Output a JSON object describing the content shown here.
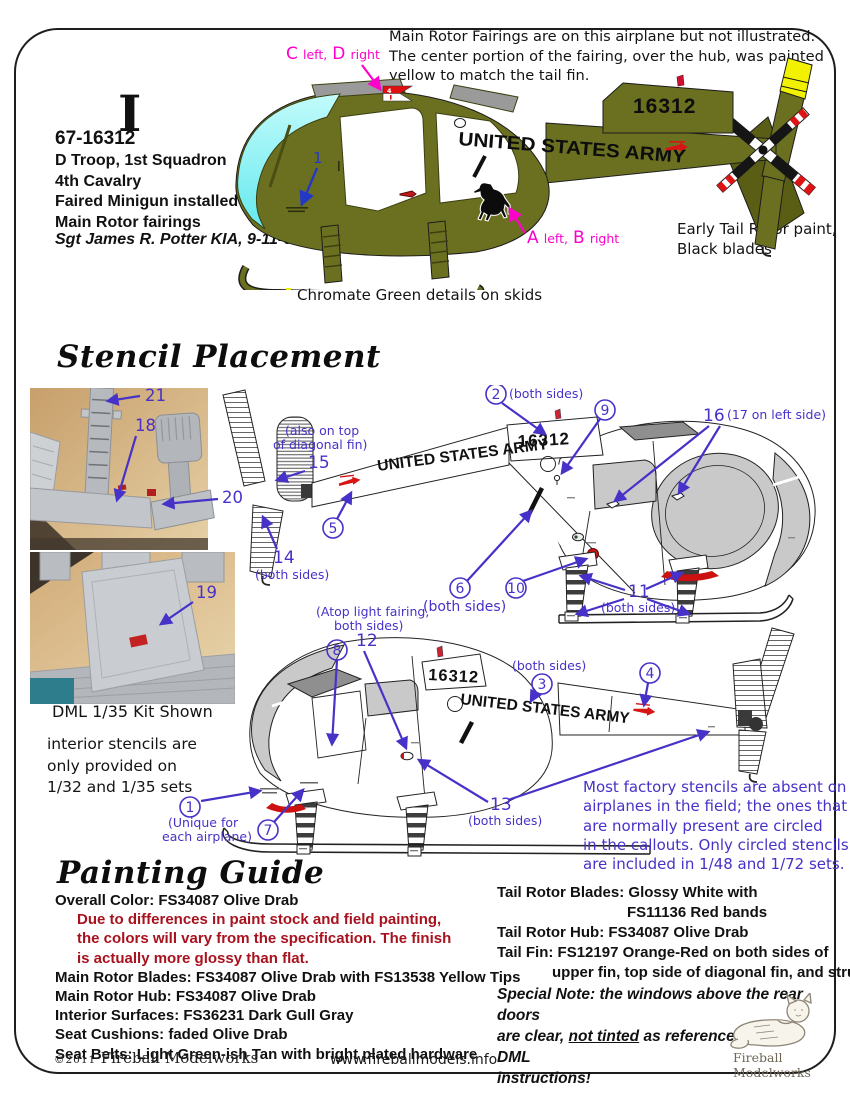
{
  "doc": {
    "variant_numeral": "I",
    "serial": "67-16312",
    "unit_lines": [
      "D Troop, 1st Squadron",
      "4th Cavalry",
      "Faired Minigun installed",
      "Main Rotor fairings"
    ],
    "memorial": "Sgt James R. Potter KIA, 9-11-69"
  },
  "top_note": {
    "lines": [
      "Main Rotor Fairings are on this airplane but not illustrated.",
      "The center portion of the fairing, over the hub, was painted",
      "yellow to match the tail fin."
    ]
  },
  "color_illo": {
    "tail_number": "16312",
    "army_text": "UNITED STATES ARMY",
    "flag_number": "4",
    "callout_1": "1",
    "cd": {
      "c": "C",
      "c_side": "left,",
      "d": "D",
      "d_side": "right"
    },
    "ab": {
      "a": "A",
      "a_side": "left,",
      "b": "B",
      "b_side": "right"
    },
    "tail_rotor_note_lines": [
      "Early Tail Rotor paint,",
      "Black blades"
    ],
    "skids_caption": "Chromate Green details on skids"
  },
  "stencil": {
    "heading": "Stencil Placement",
    "photo1": {
      "c21": "21",
      "c18": "18",
      "c20": "20"
    },
    "photo2": {
      "c19": "19"
    },
    "kit_caption": "DML 1/35 Kit Shown",
    "interior_note_lines": [
      "interior stencils are",
      "only provided on",
      "1/32 and 1/35 sets"
    ],
    "right_view": {
      "tail_number": "16312",
      "army_text": "UNITED STATES ARMY",
      "c2": "2",
      "c2_note": "(both sides)",
      "c9": "9",
      "c16": "16",
      "c16_note": "(17 on left side)",
      "c15": "15",
      "c15_note1": "(also on top",
      "c15_note2": "of diagonal fin)",
      "c5": "5",
      "c14": "14",
      "c14_note": "(both sides)",
      "c6": "6",
      "c6_note": "(both sides)",
      "c10": "10",
      "c11": "11",
      "c11_note": "(both sides)"
    },
    "left_view": {
      "tail_number": "16312",
      "army_text": "UNITED STATES ARMY",
      "c12_note1": "(Atop light fairing,",
      "c12_note2": "both sides)",
      "c12": "12",
      "c8": "8",
      "c3": "3",
      "c3_note": "(both sides)",
      "c4": "4",
      "c13": "13",
      "c13_note": "(both sides)",
      "c1": "1",
      "c1_note1": "(Unique for",
      "c1_note2": "each airplane)",
      "c7": "7"
    },
    "factory_note_lines": [
      "Most factory stencils are absent on",
      "airplanes in the field; the ones that",
      "are normally present are circled",
      "in the callouts. Only circled stencils",
      "are included in 1/48 and 1/72 sets."
    ]
  },
  "painting": {
    "heading": "Painting Guide",
    "overall": "Overall Color: FS34087 Olive Drab",
    "warning_lines": [
      "Due to differences in paint stock and field painting,",
      "the colors will vary from the specification.  The finish",
      "is actually more glossy than flat."
    ],
    "left_lines": [
      "Main Rotor Blades: FS34087 Olive Drab with FS13538 Yellow Tips",
      "Main Rotor Hub: FS34087 Olive Drab",
      "Interior Surfaces: FS36231 Dark Gull Gray",
      "Seat Cushions: faded Olive Drab",
      "Seat Belts: Light Green-ish Tan with bright plated hardware"
    ],
    "right_lines": [
      "Tail Rotor Blades: Glossy White with",
      "FS11136 Red bands",
      "Tail Rotor Hub: FS34087 Olive Drab",
      "Tail Fin: FS12197 Orange-Red on both sides of",
      "upper fin, top side of diagonal fin, and strut"
    ],
    "special_note": {
      "l1": "Special Note: the windows above the rear doors",
      "l2a": "are clear, ",
      "l2b": "not tinted",
      "l2c": " as referenced in the DML",
      "l3": "instructions!"
    }
  },
  "footer": {
    "copyright": "©2011",
    "brand": "Fireball Modelworks",
    "url": "www.fireballmodels.info",
    "logo_caption": "Fireball Modelworks"
  },
  "colors": {
    "accent_purple": "#4632C8",
    "magenta": "#FF00CB",
    "callout_blue": "#2438C8",
    "warning_red": "#A8121E",
    "olive_drab": "#6B7021",
    "canopy_cyan": "#7FF0F2",
    "tail_yellow": "#F2F200",
    "stencil_red": "#D81515"
  }
}
